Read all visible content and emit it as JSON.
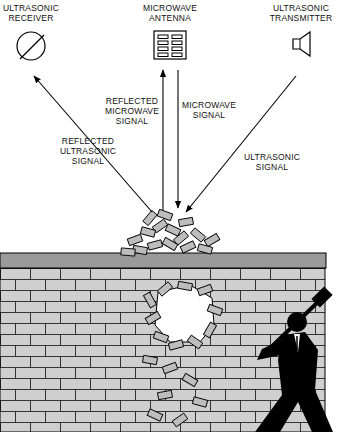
{
  "diagram": {
    "nodes": [
      {
        "text": [
          "ULTRASONIC RECEIVER"
        ]
      },
      {
        "text": [
          "MICROWAVE ANTENNA"
        ]
      },
      {
        "text": [
          "ULTRASONIC TRANSMITTER"
        ]
      }
    ],
    "labels": [
      "REFLECTED ULTRASONIC SIGNAL",
      "REFLECTED MICROWAVE SIGNAL",
      "MICROWAVE SIGNAL",
      "ULTRASONIC SIGNAL"
    ]
  }
}
